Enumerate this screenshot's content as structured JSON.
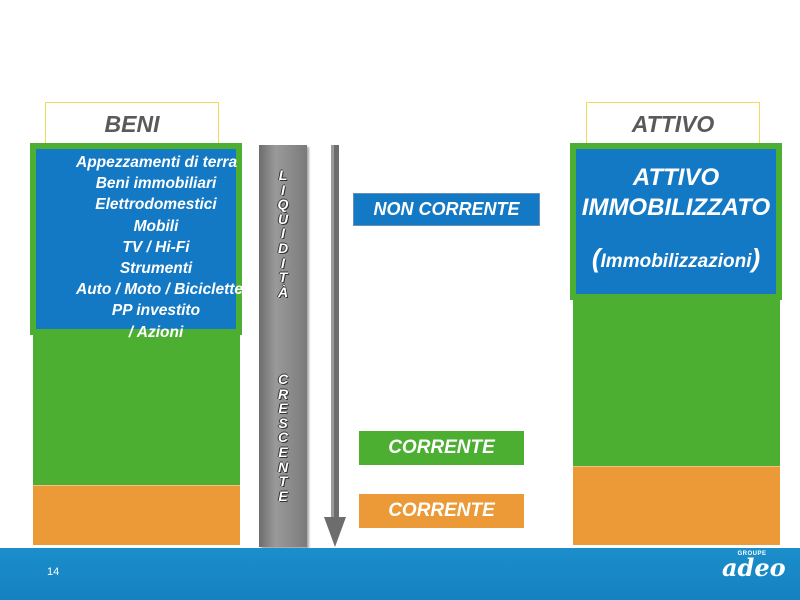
{
  "left": {
    "header": "BENI",
    "items": [
      "Appezzamenti di terra",
      "Beni immobiliari",
      "Elettrodomestici",
      "Mobili",
      "TV / Hi-Fi",
      "Strumenti",
      "Auto / Moto / Biciclette",
      "PP investito",
      "/ Azioni"
    ]
  },
  "center": {
    "vertical_word_1": [
      "L",
      "I",
      "Q",
      "U",
      "I",
      "D",
      "I",
      "T",
      "À"
    ],
    "vertical_word_2": [
      "C",
      "R",
      "E",
      "S",
      "C",
      "E",
      "N",
      "T",
      "E"
    ],
    "label_non_corrente": "NON CORRENTE",
    "label_corrente_green": "CORRENTE",
    "label_corrente_orange": "CORRENTE"
  },
  "right": {
    "header": "ATTIVO",
    "title_line1": "ATTIVO",
    "title_line2": "IMMOBILIZZATO",
    "paren_open": "(",
    "subtitle": "Immobilizzazioni",
    "paren_close": ")"
  },
  "footer": {
    "page_number": "14",
    "logo_small": "GROUPE",
    "logo_main": "adeo"
  },
  "colors": {
    "blue": "#1479c4",
    "green": "#4caf32",
    "orange": "#ec9a38",
    "footer_blue": "#1481c0",
    "tab_border": "#f0dc5a"
  }
}
